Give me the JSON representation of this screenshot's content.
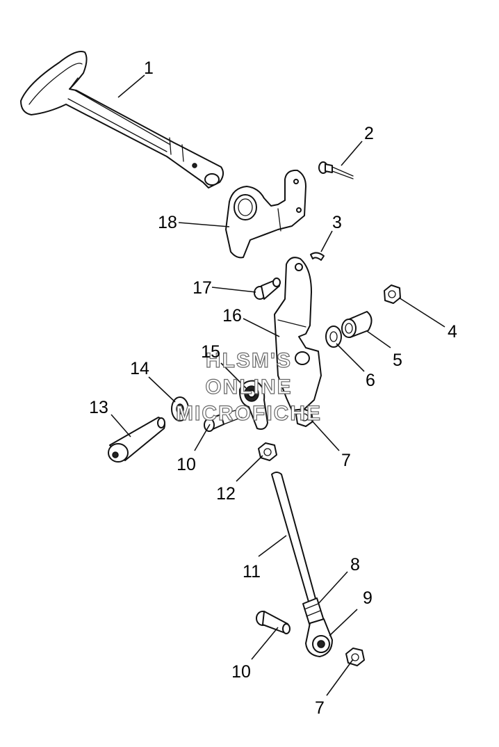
{
  "watermark": {
    "line1": "HLSM'S",
    "line2": "ONLINE",
    "line3": "MICROFICHE"
  },
  "callouts": {
    "c1": "1",
    "c2": "2",
    "c3": "3",
    "c4": "4",
    "c5": "5",
    "c6": "6",
    "c7a": "7",
    "c7b": "7",
    "c8": "8",
    "c9": "9",
    "c10a": "10",
    "c10b": "10",
    "c11": "11",
    "c12": "12",
    "c13": "13",
    "c14": "14",
    "c15": "15",
    "c16": "16",
    "c17": "17",
    "c18": "18"
  },
  "parts_icons": [
    "handle-lever-icon",
    "pin-icon",
    "clip-icon",
    "nut-icon",
    "bushing-icon",
    "washer-icon",
    "locknut-icon",
    "rod-end-icon",
    "ball-joint-icon",
    "cap-screw-icon",
    "rod-icon",
    "hex-nut-icon",
    "bolt-icon",
    "spacer-washer-icon",
    "lever-arm-icon",
    "bracket-icon",
    "shoulder-bolt-icon",
    "plate-icon"
  ]
}
